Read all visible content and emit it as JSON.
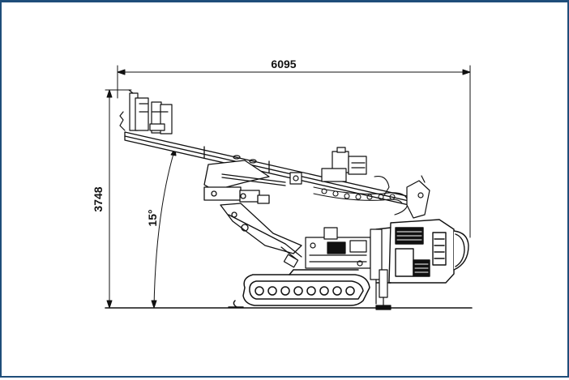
{
  "frame_color": "#1f4e7a",
  "line_color": "#111111",
  "dimensions": {
    "length": "6095",
    "height": "3748",
    "angle": "15°"
  }
}
